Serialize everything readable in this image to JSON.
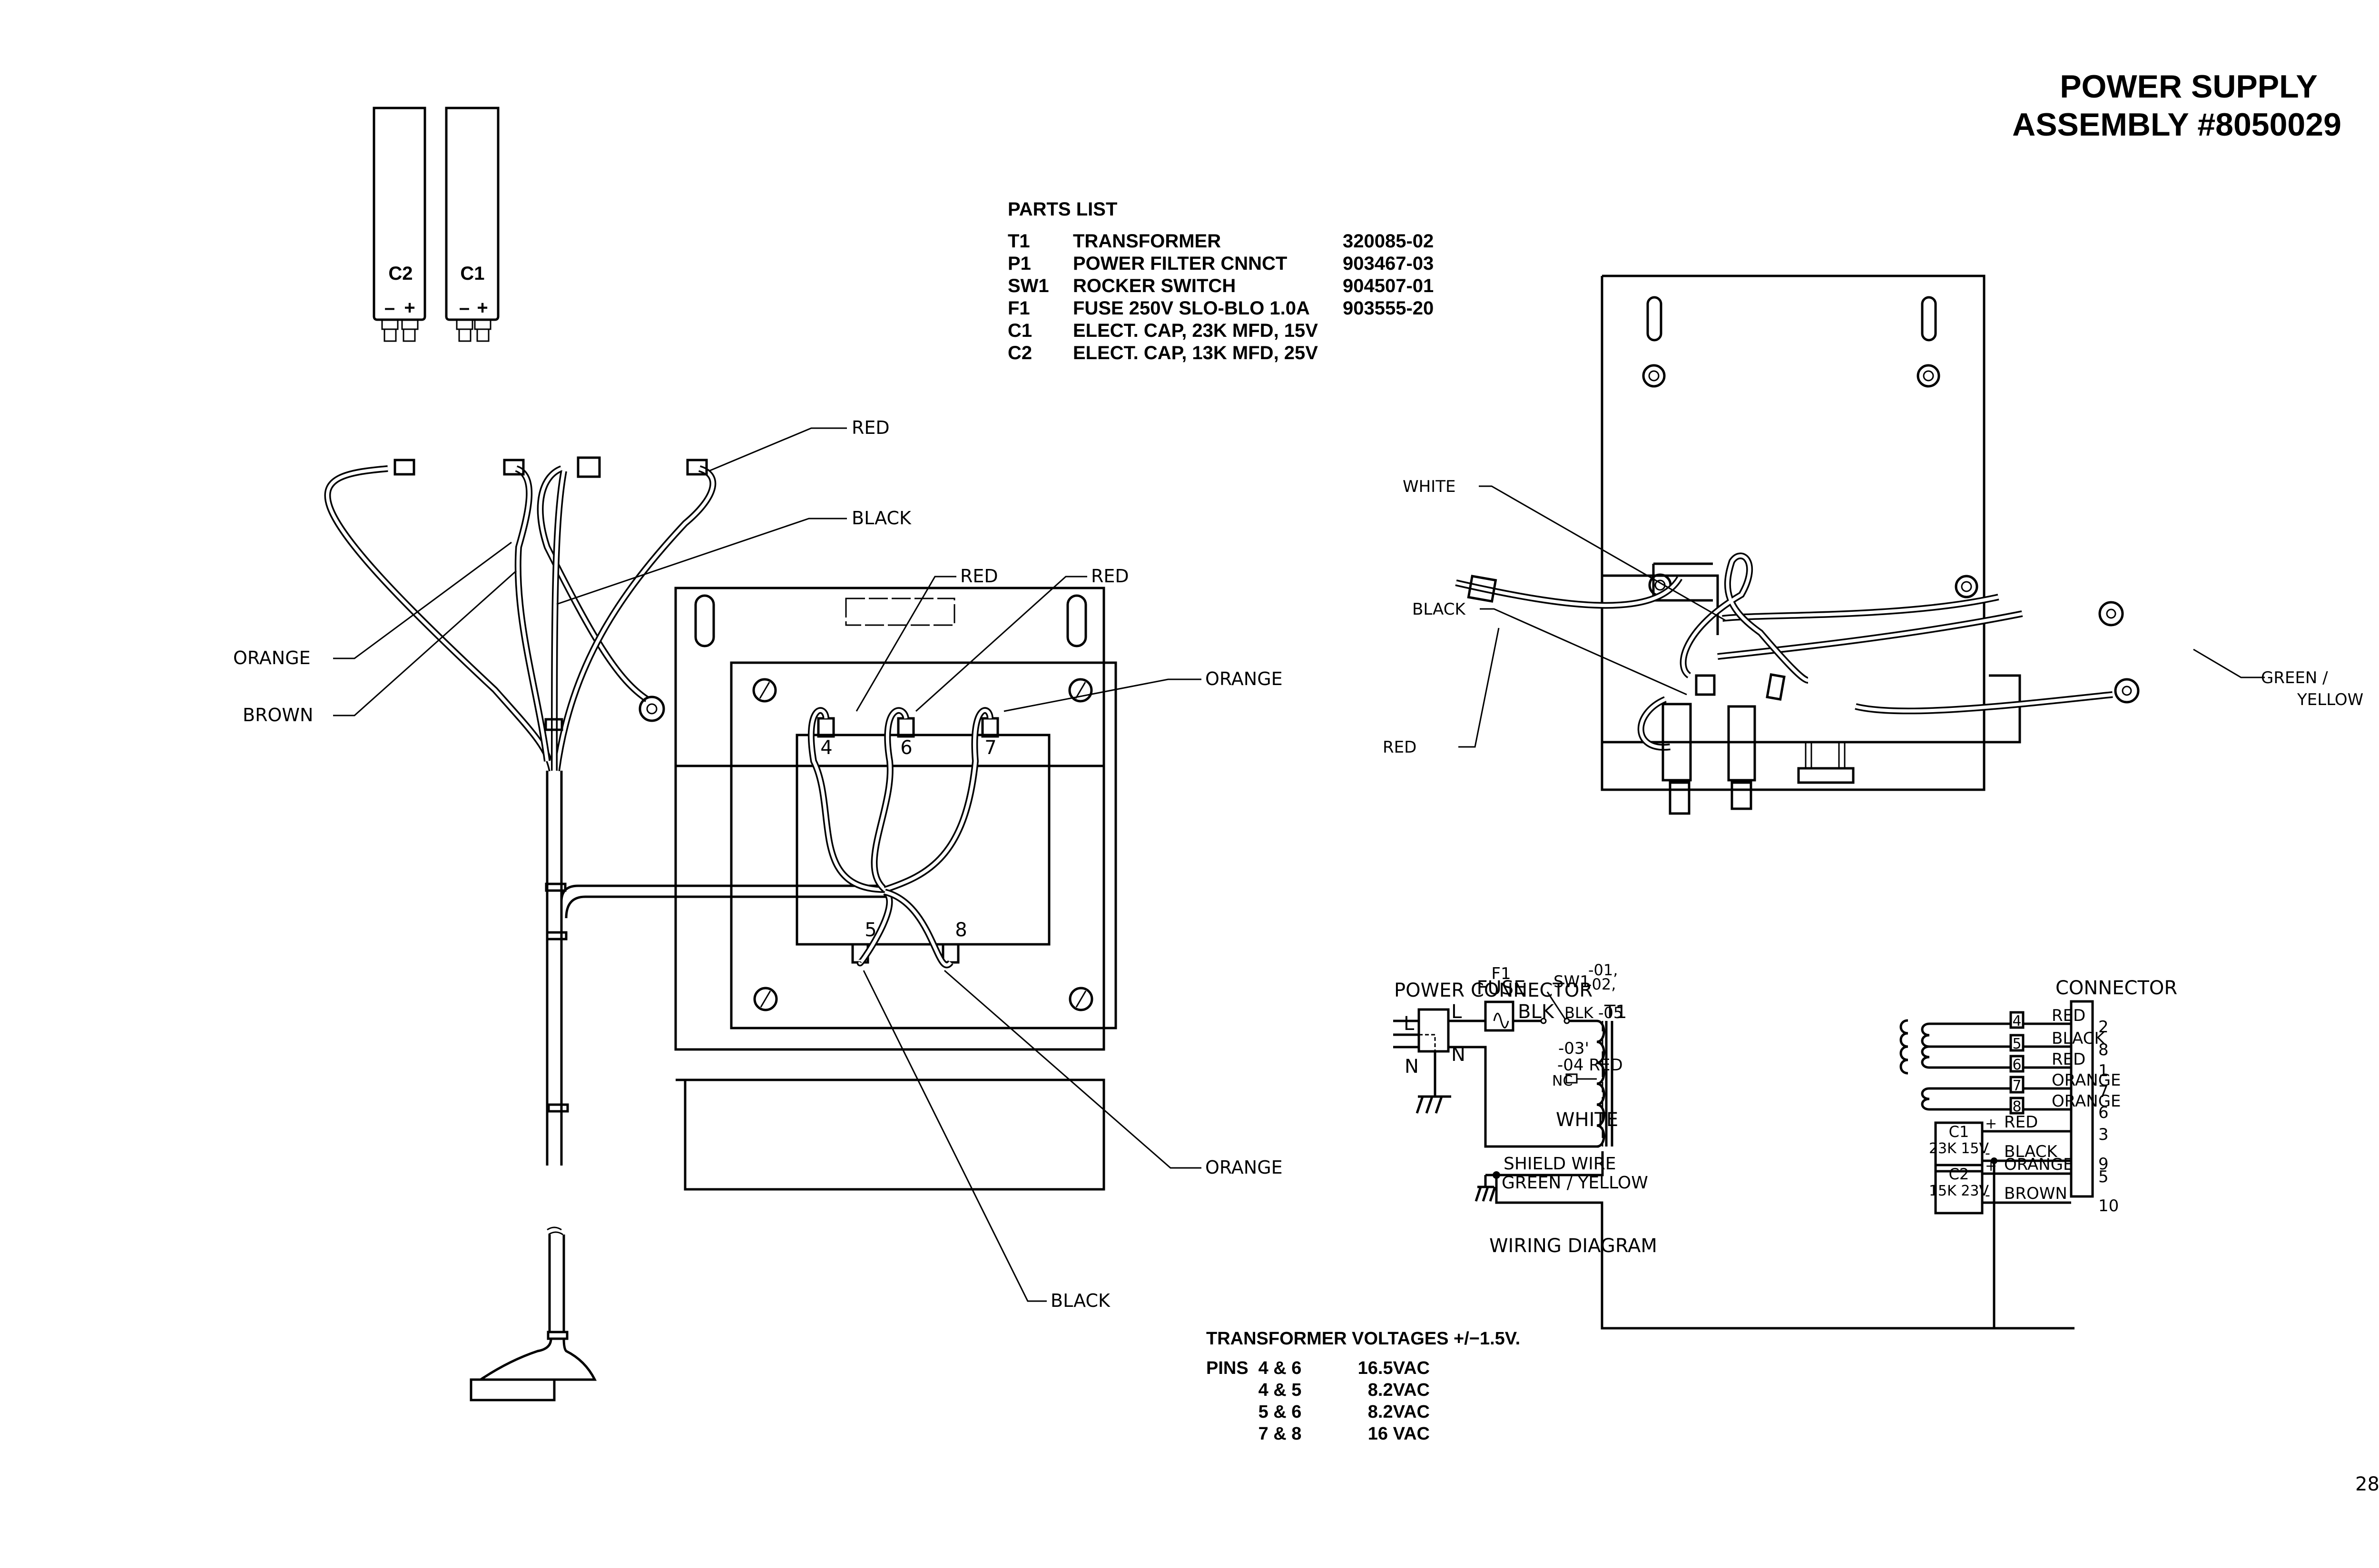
{
  "title": {
    "line1": "POWER SUPPLY",
    "line2": "ASSEMBLY #8050029"
  },
  "page_number": "28",
  "parts_list": {
    "heading": "PARTS LIST",
    "rows": [
      {
        "ref": "T1",
        "desc": "TRANSFORMER",
        "part": "320085-02"
      },
      {
        "ref": "P1",
        "desc": "POWER FILTER CNNCT",
        "part": "903467-03"
      },
      {
        "ref": "SW1",
        "desc": "ROCKER SWITCH",
        "part": "904507-01"
      },
      {
        "ref": "F1",
        "desc": "FUSE 250V SLO-BLO 1.0A",
        "part": "903555-20"
      },
      {
        "ref": "C1",
        "desc": "ELECT. CAP, 23K MFD, 15V",
        "part": ""
      },
      {
        "ref": "C2",
        "desc": "ELECT. CAP, 13K MFD, 25V",
        "part": ""
      }
    ]
  },
  "capacitors": {
    "c2": {
      "label": "C2",
      "minus": "–",
      "plus": "+"
    },
    "c1": {
      "label": "C1",
      "minus": "–",
      "plus": "+"
    }
  },
  "harness_labels": {
    "red": "RED",
    "black": "BLACK",
    "orange": "ORANGE",
    "brown": "BROWN"
  },
  "transformer_view": {
    "labels": {
      "red_a": "RED",
      "red_b": "RED",
      "orange_top": "ORANGE",
      "orange_bottom": "ORANGE",
      "black": "BLACK"
    },
    "pins": {
      "p4": "4",
      "p6": "6",
      "p7": "7",
      "p5": "5",
      "p8": "8"
    }
  },
  "chassis_view": {
    "labels": {
      "white": "WHITE",
      "black": "BLACK",
      "red": "RED",
      "green_yellow_1": "GREEN /",
      "green_yellow_2": "YELLOW"
    }
  },
  "voltages": {
    "heading": "TRANSFORMER VOLTAGES +/−1.5V.",
    "prefix": "PINS",
    "rows": [
      {
        "pins": "4 & 6",
        "value": "16.5VAC"
      },
      {
        "pins": "4 & 5",
        "value": "8.2VAC"
      },
      {
        "pins": "5 & 6",
        "value": "8.2VAC"
      },
      {
        "pins": "7 & 8",
        "value": "16   VAC"
      }
    ]
  },
  "wiring_diagram": {
    "title": "WIRING DIAGRAM",
    "power_connector": "POWER CONNECTOR",
    "L_in": "L",
    "N_in": "N",
    "L_out": "L",
    "N_out": "N",
    "fuse_ref": "F1",
    "fuse": "FUSE",
    "blk": "BLK",
    "sw1": "SW1",
    "tap_top_1": "-01,",
    "tap_top_2": "-02,",
    "tap_blk": "BLK -05",
    "t1": "T1",
    "tap_03": "-03'",
    "tap_04": "-04 RED",
    "nc": "NC",
    "white": "WHITE",
    "shield": "SHIELD WIRE",
    "green_yellow": "GREEN / YELLOW",
    "connector": "CONNECTOR",
    "secondary": [
      {
        "terminal": "4",
        "color": "RED",
        "pin": "2"
      },
      {
        "terminal": "5",
        "color": "BLACK",
        "pin": "8"
      },
      {
        "terminal": "6",
        "color": "RED",
        "pin": "1"
      },
      {
        "terminal": "7",
        "color": "ORANGE",
        "pin": "7"
      },
      {
        "terminal": "8",
        "color": "ORANGE",
        "pin": "6"
      }
    ],
    "caps": [
      {
        "ref": "C1",
        "rating": "23K 15V",
        "plus_color": "RED",
        "plus_pin": "3",
        "minus_color": "BLACK",
        "minus_pin": "9"
      },
      {
        "ref": "C2",
        "rating": "15K 23V",
        "plus_color": "ORANGE",
        "plus_pin": "5",
        "minus_color": "BROWN",
        "minus_pin": "10"
      }
    ],
    "plus": "+",
    "minus": "-"
  }
}
